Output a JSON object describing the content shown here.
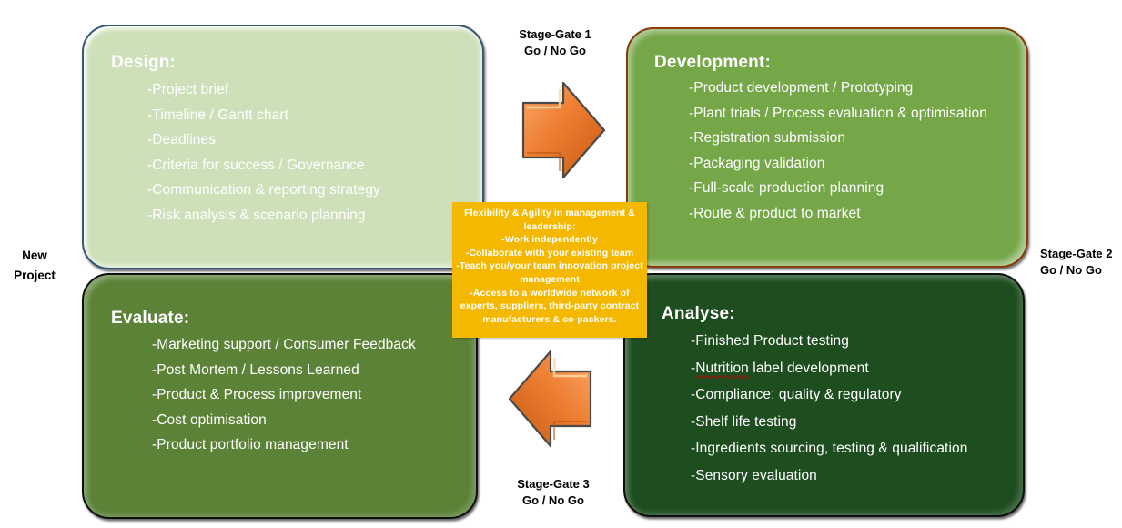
{
  "diagram": {
    "new_project": {
      "line1": "New",
      "line2": "Project"
    },
    "stage_gates": {
      "gate1": {
        "line1": "Stage-Gate 1",
        "line2": "Go / No Go"
      },
      "gate2": {
        "line1": "Stage-Gate 2",
        "line2": "Go / No Go"
      },
      "gate3": {
        "line1": "Stage-Gate 3",
        "line2": "Go / No Go"
      }
    },
    "boxes": {
      "design": {
        "title": "Design:",
        "fill": "#CEE0B9",
        "border": "#35587C",
        "items": [
          "-Project brief",
          "-Timeline / Gantt chart",
          "-Deadlines",
          "-Criteria for success / Governance",
          "-Communication & reporting strategy",
          "-Risk analysis & scenario planning"
        ]
      },
      "development": {
        "title": "Development:",
        "fill": "#75A648",
        "border": "#8B3A08",
        "items": [
          "-Product development / Prototyping",
          "-Plant trials / Process evaluation & optimisation",
          "-Registration submission",
          "-Packaging validation",
          "-Full-scale production planning",
          "-Route & product to market"
        ]
      },
      "analyse": {
        "title": "Analyse:",
        "fill": "#1E4E20",
        "border": "#0F0F0F",
        "items": [
          "-Finished Product testing",
          {
            "prefix": "-",
            "word": "Nutrition",
            "rest": " label development"
          },
          "-Compliance: quality & regulatory",
          "-Shelf life testing",
          "-Ingredients sourcing, testing & qualification",
          "-Sensory evaluation"
        ]
      },
      "evaluate": {
        "title": "Evaluate:",
        "fill": "#5B8237",
        "border": "#0F0F0F",
        "items": [
          "-Marketing support / Consumer Feedback",
          "-Post Mortem / Lessons Learned",
          "-Product & Process improvement",
          "-Cost optimisation",
          "-Product portfolio management"
        ]
      }
    },
    "center_note": {
      "fill": "#F5B800",
      "title": "Flexibility & Agility in management & leadership:",
      "items": [
        "-Work independently",
        "-Collaborate with your existing team",
        "-Teach you/your team innovation project management",
        "-Access to a worldwide network of experts, suppliers, third-party contract manufacturers & co-packers."
      ]
    },
    "arrow_color": "#ED7D31"
  }
}
